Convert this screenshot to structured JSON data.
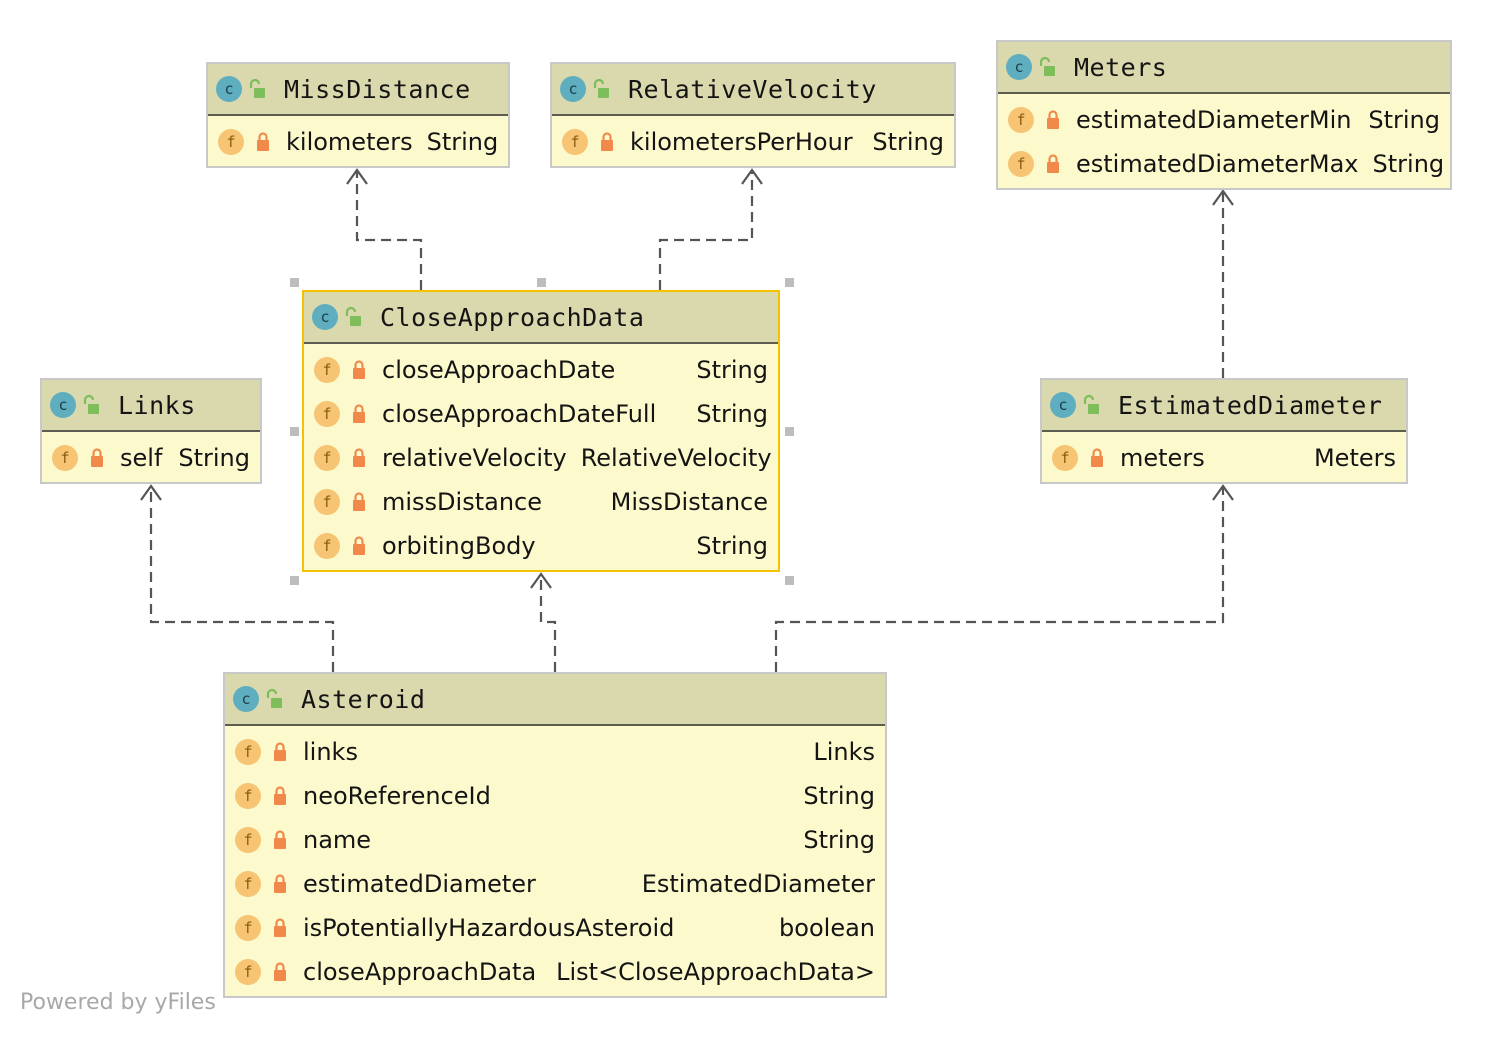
{
  "classes": {
    "miss_distance": {
      "name": "MissDistance",
      "fields": [
        {
          "name": "kilometers",
          "type": "String"
        }
      ]
    },
    "relative_velocity": {
      "name": "RelativeVelocity",
      "fields": [
        {
          "name": "kilometersPerHour",
          "type": "String"
        }
      ]
    },
    "meters": {
      "name": "Meters",
      "fields": [
        {
          "name": "estimatedDiameterMin",
          "type": "String"
        },
        {
          "name": "estimatedDiameterMax",
          "type": "String"
        }
      ]
    },
    "close_approach_data": {
      "name": "CloseApproachData",
      "fields": [
        {
          "name": "closeApproachDate",
          "type": "String"
        },
        {
          "name": "closeApproachDateFull",
          "type": "String"
        },
        {
          "name": "relativeVelocity",
          "type": "RelativeVelocity"
        },
        {
          "name": "missDistance",
          "type": "MissDistance"
        },
        {
          "name": "orbitingBody",
          "type": "String"
        }
      ]
    },
    "links": {
      "name": "Links",
      "fields": [
        {
          "name": "self",
          "type": "String"
        }
      ]
    },
    "estimated_diameter": {
      "name": "EstimatedDiameter",
      "fields": [
        {
          "name": "meters",
          "type": "Meters"
        }
      ]
    },
    "asteroid": {
      "name": "Asteroid",
      "fields": [
        {
          "name": "links",
          "type": "Links"
        },
        {
          "name": "neoReferenceId",
          "type": "String"
        },
        {
          "name": "name",
          "type": "String"
        },
        {
          "name": "estimatedDiameter",
          "type": "EstimatedDiameter"
        },
        {
          "name": "isPotentiallyHazardousAsteroid",
          "type": "boolean"
        },
        {
          "name": "closeApproachData",
          "type": "List<CloseApproachData>"
        }
      ]
    }
  },
  "dependencies": [
    {
      "from": "close_approach_data",
      "to": "miss_distance"
    },
    {
      "from": "close_approach_data",
      "to": "relative_velocity"
    },
    {
      "from": "estimated_diameter",
      "to": "meters"
    },
    {
      "from": "asteroid",
      "to": "links"
    },
    {
      "from": "asteroid",
      "to": "close_approach_data"
    },
    {
      "from": "asteroid",
      "to": "estimated_diameter"
    }
  ],
  "selected_class": "close_approach_data",
  "icons": {
    "class_icon": "class-icon",
    "class_icon_letter": "c",
    "access_icon": "public-access-icon",
    "field_icon": "field-icon",
    "field_icon_letter": "f",
    "lock_icon": "private-lock-icon"
  },
  "colors": {
    "node_body": "#fcfacd",
    "node_header": "#dad9ae",
    "selected_border": "#f3c200",
    "edge": "#555555"
  },
  "watermark": "Powered by yFiles"
}
